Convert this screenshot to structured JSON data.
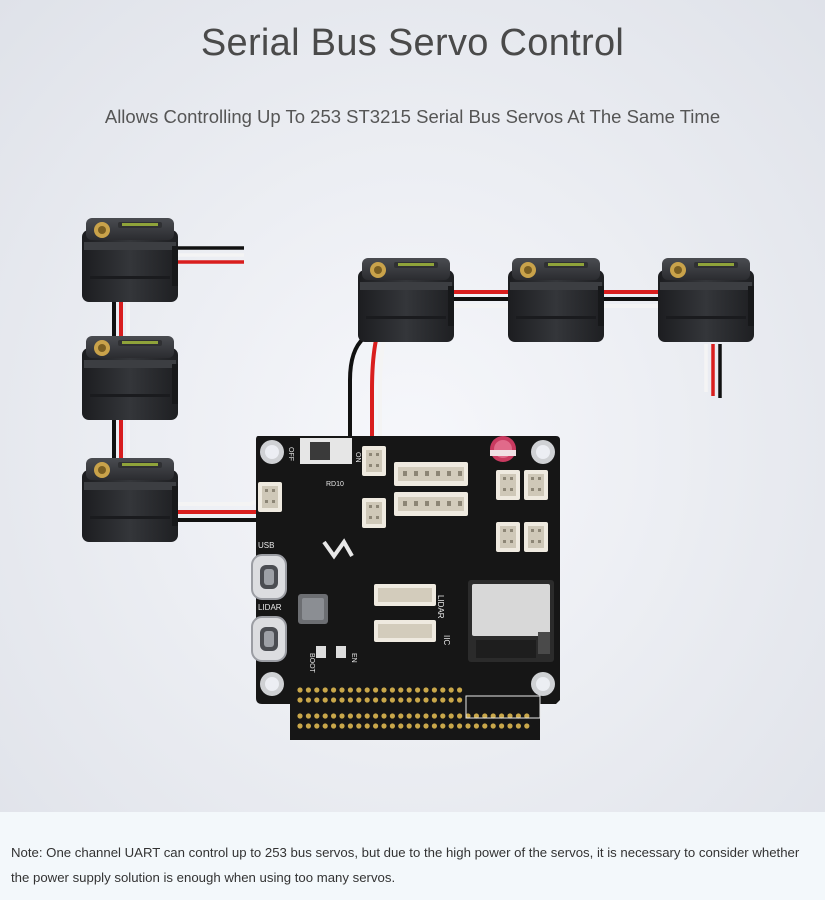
{
  "page": {
    "title": "Serial Bus Servo Control",
    "subtitle": "Allows Controlling Up To 253 ST3215 Serial Bus Servos At The Same Time",
    "note": "Note: One channel UART can control up to 253 bus servos, but due to the high power of the servos, it is necessary to consider whether the power supply solution is enough when using too many servos."
  },
  "board": {
    "labels": {
      "usb": "USB",
      "lidar_port": "LIDAR",
      "lidar_header": "LIDAR",
      "boot": "BOOT",
      "en": "EN",
      "off": "OFF",
      "on": "ON",
      "iic": "IIC",
      "brand": "RD10"
    }
  },
  "colors": {
    "wire_red": "#d91e1e",
    "wire_black": "#111111",
    "wire_white": "#f4f4f4",
    "servo_body": "#2a2b2e",
    "pcb": "#161616"
  }
}
